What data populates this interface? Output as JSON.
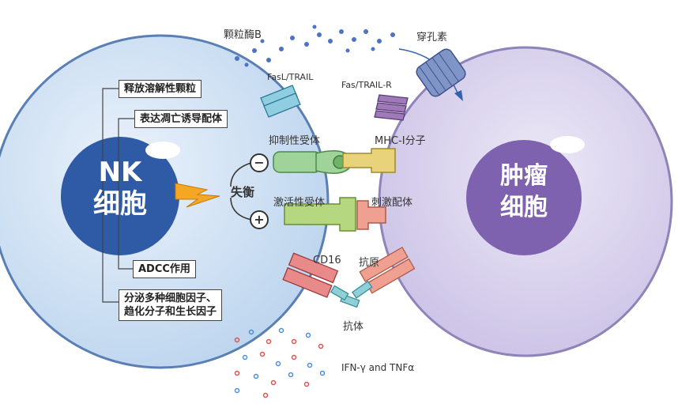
{
  "nk_cell": {
    "line1": "NK",
    "line2": "细胞"
  },
  "tumor_cell": {
    "line1": "肿瘤",
    "line2": "细胞"
  },
  "functions": [
    "释放溶解性颗粒",
    "表达凋亡诱导配体",
    "ADCC作用",
    "分泌多种细胞因子、",
    "趋化分子和生长因子"
  ],
  "labels": {
    "granzyme": "颗粒酶B",
    "perforin": "穿孔素",
    "fasl": "FasL/TRAIL",
    "fas_r": "Fas/TRAIL-R",
    "inhibitory_receptor": "抑制性受体",
    "mhc": "MHC-I分子",
    "imbalance": "失衡",
    "minus": "−",
    "plus": "+",
    "activating_receptor": "激活性受体",
    "stim_ligand": "刺激配体",
    "cd16": "CD16",
    "antigen": "抗原",
    "antibody": "抗体",
    "cytokines": "IFN-γ and TNFα"
  },
  "colors": {
    "nk_fill": "#cfe0f3",
    "nk_nucleus": "#2e5aa6",
    "tumor_fill": "#dcd6ee",
    "tumor_nucleus": "#7e62b0",
    "inhibitory": "#9fd39a",
    "mhc": "#e8d27a",
    "activating": "#b4d77f",
    "cd16": "#e98a8a",
    "antigen": "#f0a090",
    "antibody": "#8fd0d8",
    "fasl": "#8fcde0",
    "fas_r": "#a07ab8",
    "perforin": "#7f95c8"
  }
}
